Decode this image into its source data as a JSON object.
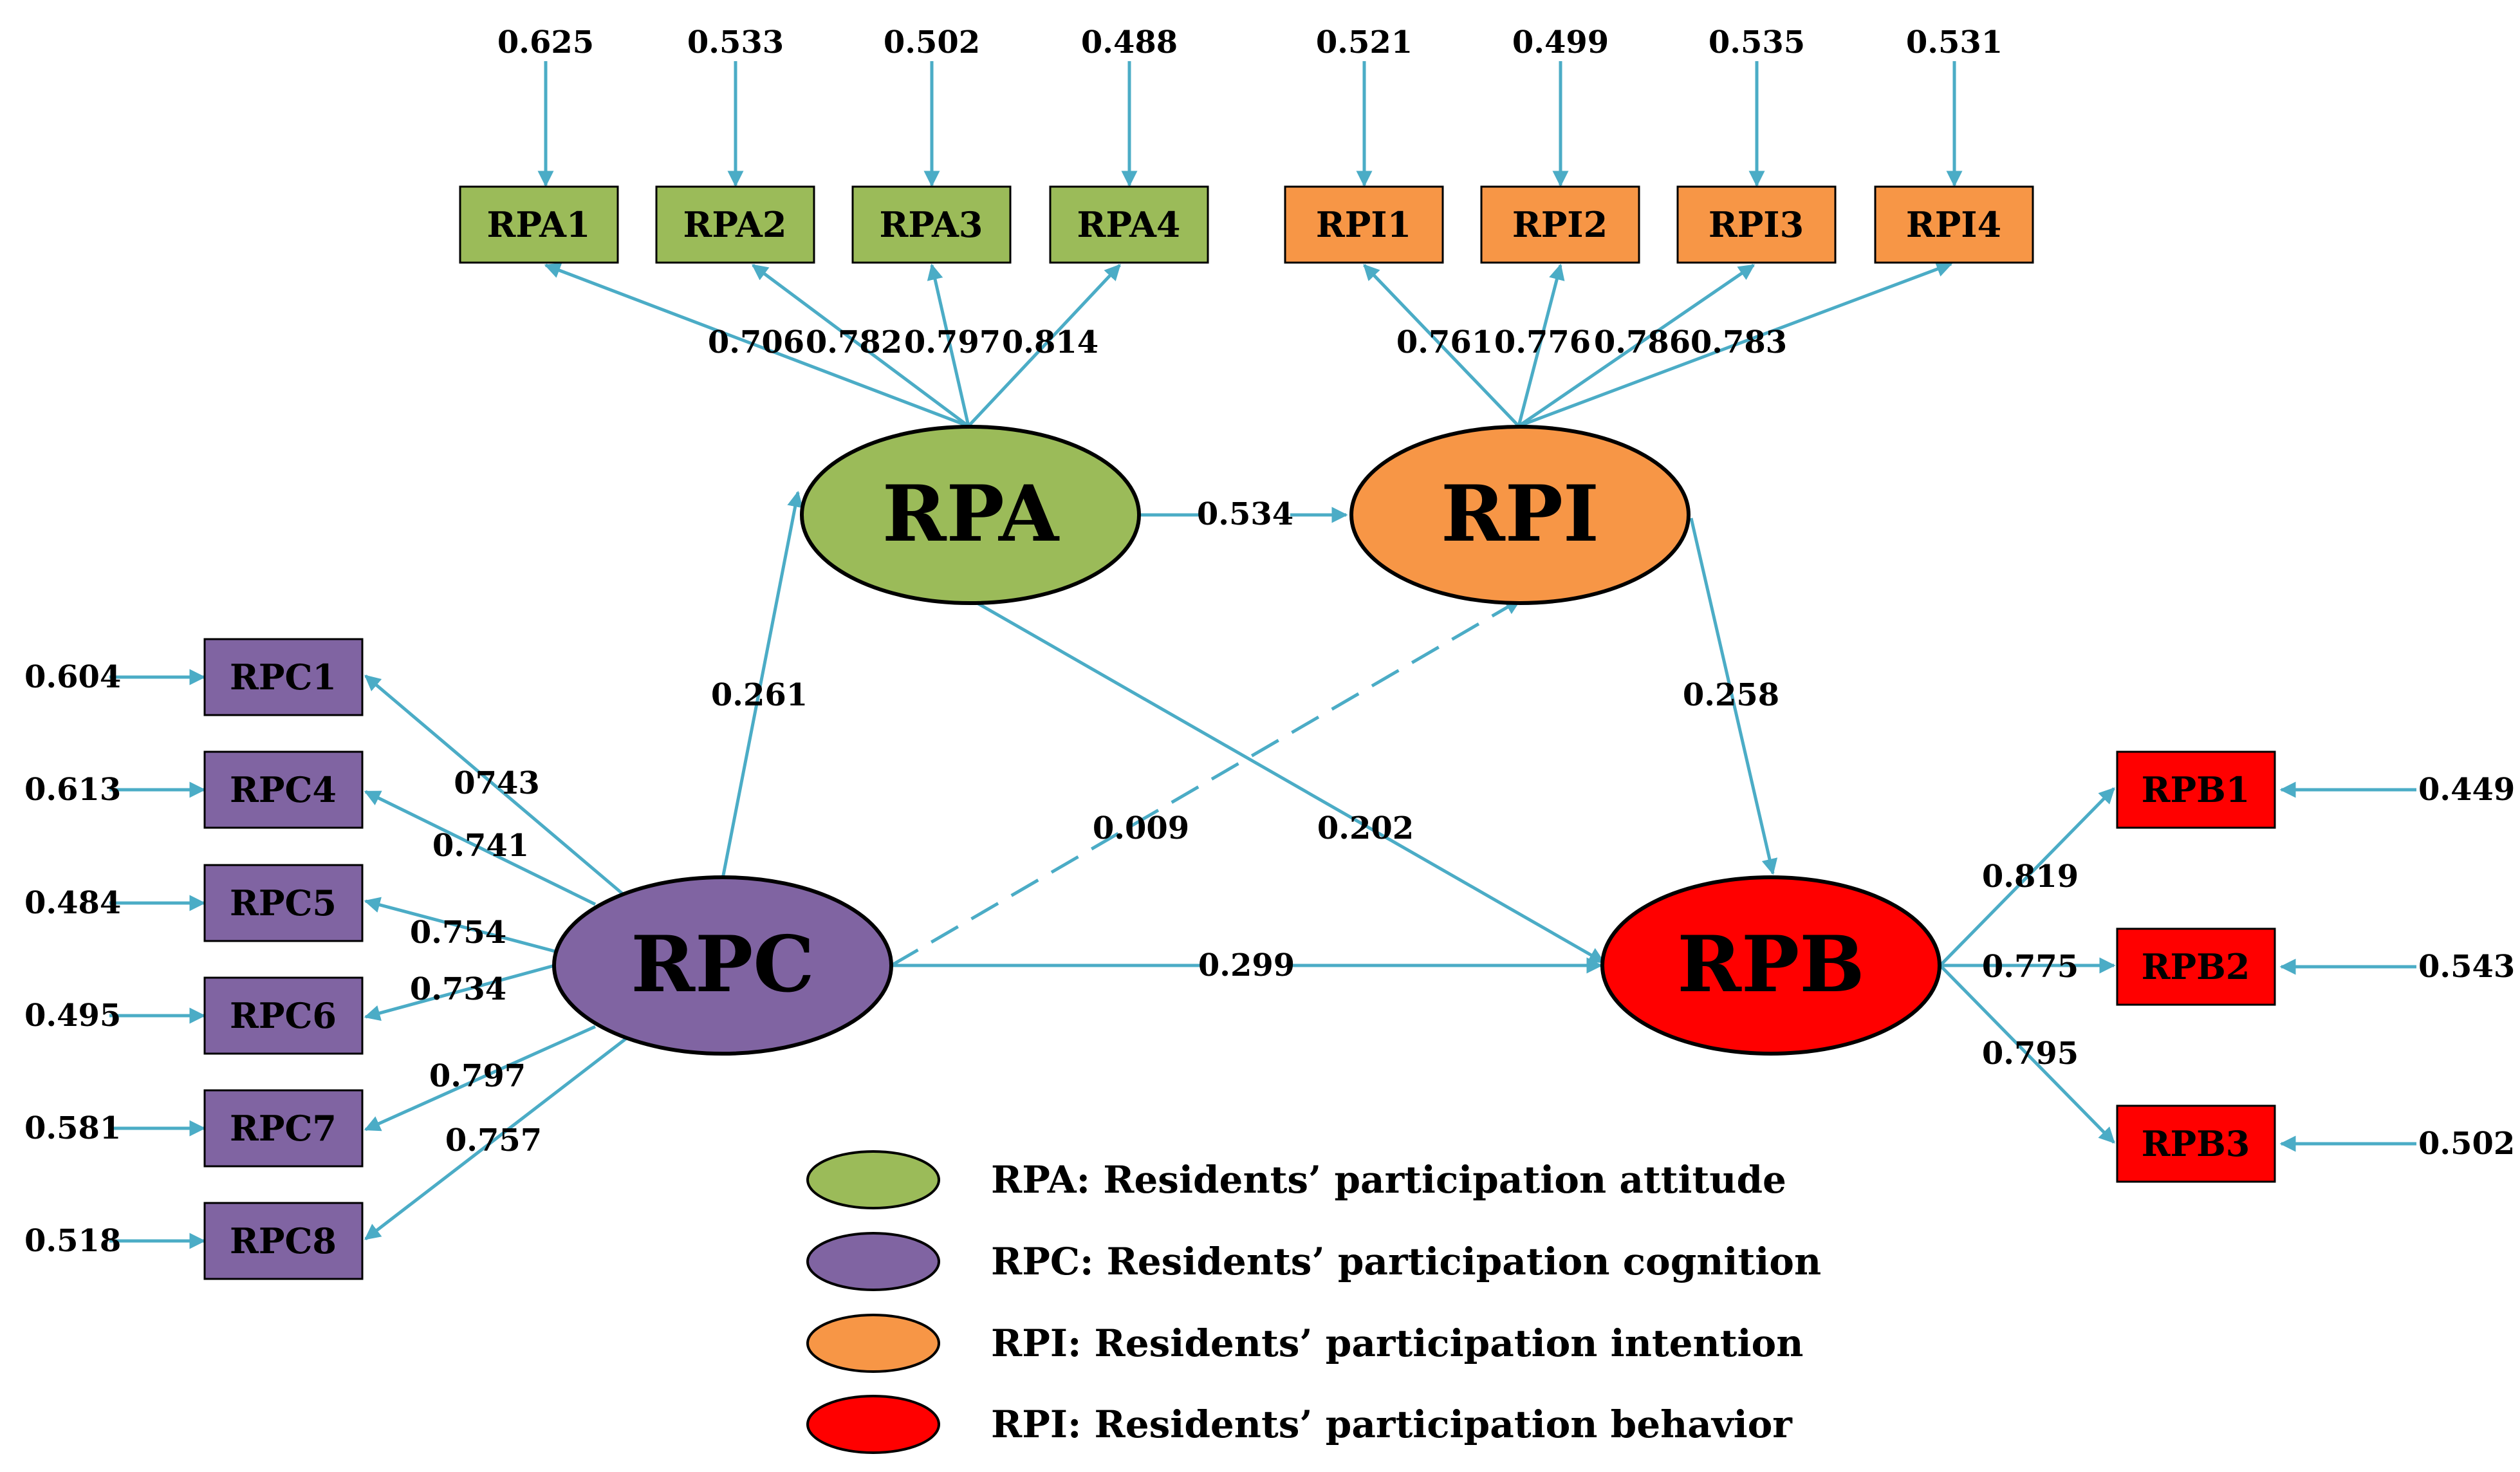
{
  "colors": {
    "rpa": "#9bbb59",
    "rpi": "#f79646",
    "rpc": "#8064a2",
    "rpb": "#ff0000",
    "arrow": "#4bacc6",
    "outline": "#000000"
  },
  "latents": {
    "rpa": "RPA",
    "rpi": "RPI",
    "rpc": "RPC",
    "rpb": "RPB"
  },
  "indicators": {
    "rpa": [
      {
        "label": "RPA1",
        "error": "0.625",
        "loading": "0.706"
      },
      {
        "label": "RPA2",
        "error": "0.533",
        "loading": "0.782"
      },
      {
        "label": "RPA3",
        "error": "0.502",
        "loading": "0.797"
      },
      {
        "label": "RPA4",
        "error": "0.488",
        "loading": "0.814"
      }
    ],
    "rpi": [
      {
        "label": "RPI1",
        "error": "0.521",
        "loading": "0.761"
      },
      {
        "label": "RPI2",
        "error": "0.499",
        "loading": "0.776"
      },
      {
        "label": "RPI3",
        "error": "0.535",
        "loading": "0.786"
      },
      {
        "label": "RPI4",
        "error": "0.531",
        "loading": "0.783"
      }
    ],
    "rpc": [
      {
        "label": "RPC1",
        "error": "0.604",
        "loading": "0743"
      },
      {
        "label": "RPC4",
        "error": "0.613",
        "loading": "0.741"
      },
      {
        "label": "RPC5",
        "error": "0.484",
        "loading": "0.754"
      },
      {
        "label": "RPC6",
        "error": "0.495",
        "loading": "0.734"
      },
      {
        "label": "RPC7",
        "error": "0.581",
        "loading": "0.797"
      },
      {
        "label": "RPC8",
        "error": "0.518",
        "loading": "0.757"
      }
    ],
    "rpb": [
      {
        "label": "RPB1",
        "error": "0.449",
        "loading": "0.819"
      },
      {
        "label": "RPB2",
        "error": "0.543",
        "loading": "0.775"
      },
      {
        "label": "RPB3",
        "error": "0.502",
        "loading": "0.795"
      }
    ]
  },
  "paths": {
    "rpa_rpi": "0.534",
    "rpc_rpa": "0.261",
    "rpi_rpb": "0.258",
    "rpc_rpi": "0.009",
    "rpa_rpb": "0.202",
    "rpc_rpb": "0.299"
  },
  "legend": [
    {
      "text": "RPA: Residents’  participation attitude",
      "color": "#9bbb59"
    },
    {
      "text": "RPC: Residents’  participation cognition",
      "color": "#8064a2"
    },
    {
      "text": "RPI: Residents’  participation intention",
      "color": "#f79646"
    },
    {
      "text": "RPI: Residents’  participation behavior",
      "color": "#ff0000"
    }
  ]
}
